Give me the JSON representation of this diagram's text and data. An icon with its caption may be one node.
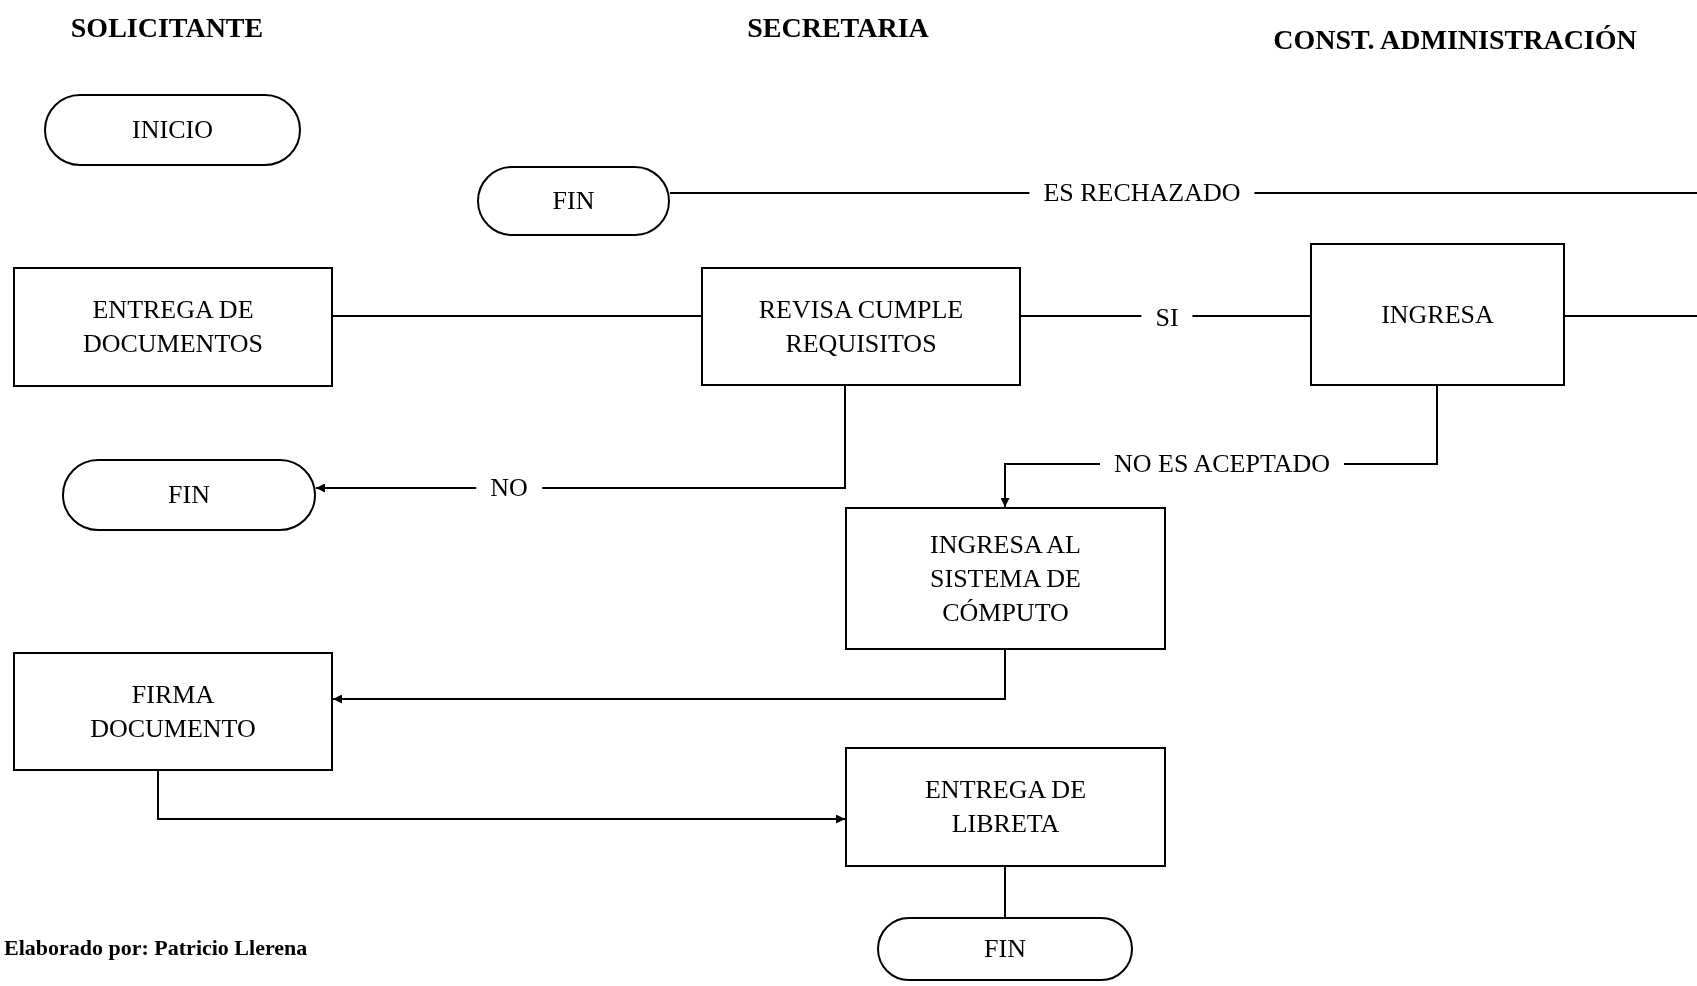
{
  "diagram": {
    "nodes": [
      {
        "text": [
          "INICIO"
        ]
      },
      {
        "text": [
          "FIN"
        ]
      },
      {
        "text": [
          "ENTREGA DE DOCUMENTOS"
        ]
      },
      {
        "text": [
          "REVISA CUMPLE REQUISITOS"
        ]
      },
      {
        "text": [
          "INGRESA"
        ]
      },
      {
        "text": [
          "FIN"
        ]
      },
      {
        "text": [
          "INGRESA AL SISTEMA DE CÓMPUTO"
        ]
      },
      {
        "text": [
          "FIRMA DOCUMENTO"
        ]
      },
      {
        "text": [
          "ENTREGA DE LIBRETA"
        ]
      },
      {
        "text": [
          "FIN"
        ]
      }
    ],
    "edges": [
      {
        "from": 1,
        "to": null,
        "arrow": "none",
        "label": "ES RECHAZADO"
      },
      {
        "from": 2,
        "to": 3,
        "arrow": "none"
      },
      {
        "from": 3,
        "to": 4,
        "arrow": "none",
        "label": "SI"
      },
      {
        "from": 4,
        "to": null,
        "arrow": "none"
      },
      {
        "from": 3,
        "to": 5,
        "arrow": "to",
        "label": "NO"
      },
      {
        "from": 4,
        "to": 6,
        "arrow": "to",
        "label": "NO ES ACEPTADO"
      },
      {
        "from": 6,
        "to": 7,
        "arrow": "to"
      },
      {
        "from": 7,
        "to": 8,
        "arrow": "to"
      },
      {
        "from": 8,
        "to": 9,
        "arrow": "none"
      }
    ],
    "labels": [
      "SOLICITANTE",
      "SECRETARIA",
      "CONST. ADMINISTRACIÓN",
      "Elaborado por: Patricio Llerena"
    ]
  }
}
